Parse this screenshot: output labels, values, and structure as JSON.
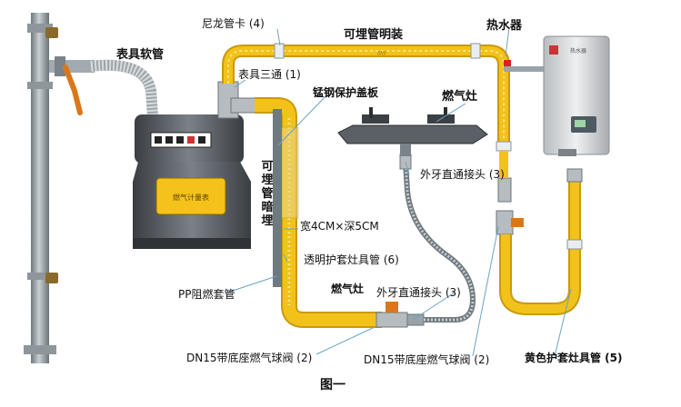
{
  "labels": {
    "meter_hose": "表具软管",
    "nylon_clip": "尼龙管卡 (4)",
    "buried_exposed": "可埋管明装",
    "water_heater": "热水器",
    "meter_tee": "表具三通 (1)",
    "steel_cover": "锰钢保护盖板",
    "gas_stove_top": "燃气灶",
    "buried_concealed": "可埋管暗埋",
    "male_connector_top": "外牙直通接头 (3)",
    "dimensions": "宽4CM×深5CM",
    "transparent_pipe": "透明护套灶具管 (6)",
    "pp_sleeve": "PP阻燃套管",
    "gas_stove_bottom": "燃气灶",
    "male_connector_bottom": "外牙直通接头 (3)",
    "ball_valve_left": "DN15带底座燃气球阀 (2)",
    "ball_valve_right": "DN15带底座燃气球阀 (2)",
    "yellow_pipe": "黄色护套灶具管 (5)",
    "caption": "图一",
    "meter_badge": "燃气计量表",
    "heater_brand": "热水器"
  },
  "colors": {
    "yellow_pipe": "#f2c21b",
    "yellow_dark": "#c99a0c",
    "gray_pipe": "#9aa3a8",
    "meter_body": "#4b4f55",
    "label_line": "#6aa3c8"
  }
}
